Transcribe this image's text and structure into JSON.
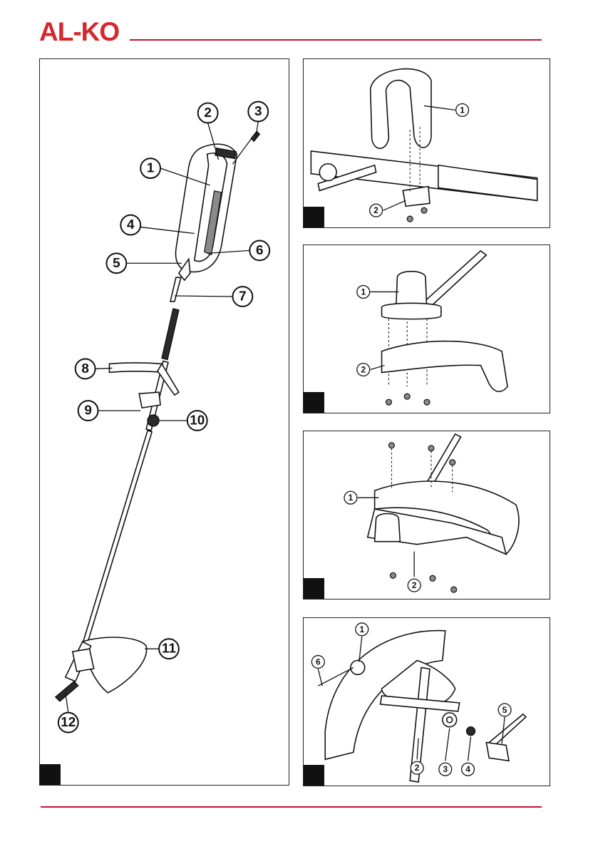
{
  "brand": {
    "logo_text": "AL-KO",
    "color": "#d7262e"
  },
  "figure_main": {
    "callouts": [
      "1",
      "2",
      "3",
      "4",
      "5",
      "6",
      "7",
      "8",
      "9",
      "10",
      "11",
      "12"
    ]
  },
  "figure_a": {
    "callouts": [
      "1",
      "2"
    ]
  },
  "figure_b": {
    "callouts": [
      "1",
      "2"
    ]
  },
  "figure_c": {
    "callouts": [
      "1",
      "2"
    ]
  },
  "figure_d": {
    "callouts": [
      "1",
      "2",
      "3",
      "4",
      "5",
      "6"
    ]
  }
}
